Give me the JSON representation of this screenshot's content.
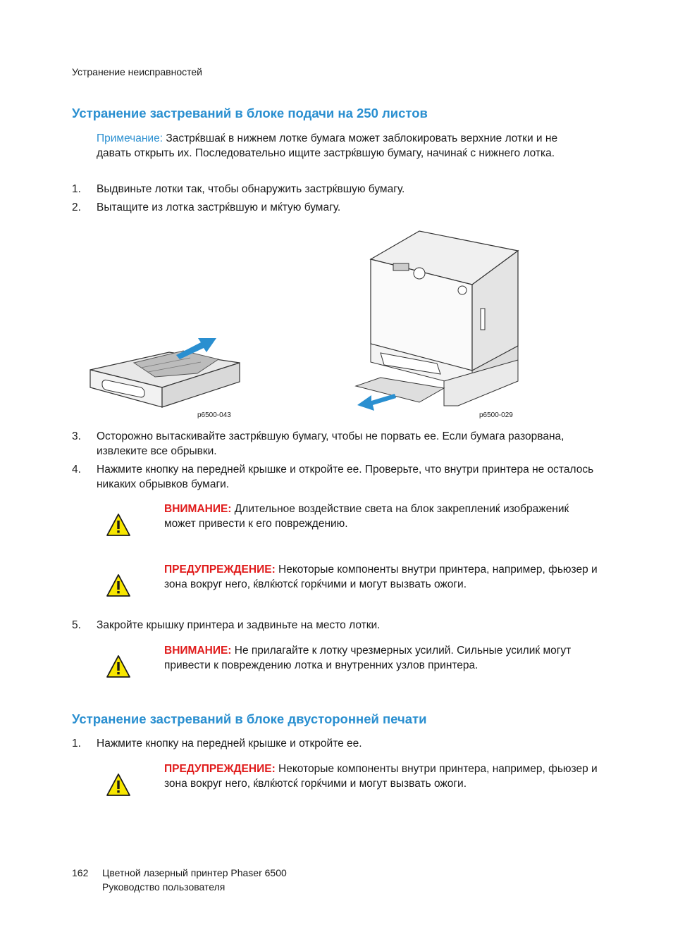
{
  "header": {
    "running_title": "Устранение неисправностей"
  },
  "section1": {
    "title": "Устранение застреваний в блоке подачи на 250 листов",
    "note_label": "Примечание:",
    "note_text": " Застрќвшаќ в нижнем лотке бумага может заблокировать верхние лотки и не давать открыть их. Последовательно ищите застрќвшую бумагу, начинаќ с нижнего лотка.",
    "steps_a": [
      {
        "num": "1.",
        "text": "Выдвиньте лотки так, чтобы обнаружить застрќвшую бумагу."
      },
      {
        "num": "2.",
        "text": "Вытащите из лотка застрќвшую и мќтую бумагу."
      }
    ],
    "figure": {
      "left_caption": "p6500-043",
      "right_caption": "p6500-029"
    },
    "steps_b": [
      {
        "num": "3.",
        "text": "Осторожно вытаскивайте застрќвшую бумагу, чтобы не порвать ее. Если бумага разорвана, извлеките все обрывки."
      },
      {
        "num": "4.",
        "text": "Нажмите кнопку на передней крышке и откройте ее. Проверьте, что внутри принтера не осталось никаких обрывков бумаги."
      }
    ],
    "callout1": {
      "label": "ВНИМАНИЕ:",
      "text": " Длительное воздействие света на блок закреплениќ изображениќ может привести к его повреждению."
    },
    "callout2": {
      "label": "ПРЕДУПРЕЖДЕНИЕ:",
      "text": " Некоторые компоненты внутри принтера, например, фьюзер и зона вокруг него, ќвлќютсќ горќчими и могут вызвать ожоги."
    },
    "step5": {
      "num": "5.",
      "text": "Закройте крышку принтера и задвиньте на место лотки."
    },
    "callout3": {
      "label": "ВНИМАНИЕ:",
      "text": " Не прилагайте к лотку чрезмерных усилий. Сильные усилиќ могут привести к повреждению лотка и внутренних узлов принтера."
    }
  },
  "section2": {
    "title": "Устранение застреваний в блоке двусторонней печати",
    "step1": {
      "num": "1.",
      "text": "Нажмите кнопку на передней крышке и откройте ее."
    },
    "callout": {
      "label": "ПРЕДУПРЕЖДЕНИЕ:",
      "text": " Некоторые компоненты внутри принтера, например, фьюзер и зона вокруг него, ќвлќютсќ горќчими и могут вызвать ожоги."
    }
  },
  "footer": {
    "page_number": "162",
    "line1": "Цветной лазерный принтер Phaser 6500",
    "line2": "Руководство пользователя"
  },
  "colors": {
    "heading": "#2a8fd0",
    "warning_label": "#e01b1b",
    "warning_icon_fill": "#f7e600",
    "arrow": "#2a8fd0"
  },
  "icons": {
    "warning": "warning-triangle-icon"
  }
}
